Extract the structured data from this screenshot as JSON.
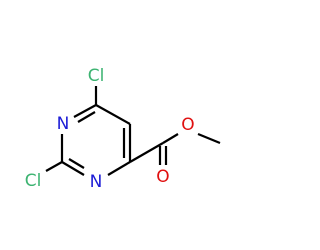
{
  "molecule": {
    "atoms": {
      "cl_top": "Cl",
      "n_upper": "N",
      "cl_left": "Cl",
      "n_lower": "N",
      "o_ester": "O",
      "o_carbonyl": "O"
    },
    "colors": {
      "bond": "#000000",
      "chlorine": "#3cb371",
      "nitrogen": "#1c1cd6",
      "oxygen": "#e01010"
    }
  }
}
